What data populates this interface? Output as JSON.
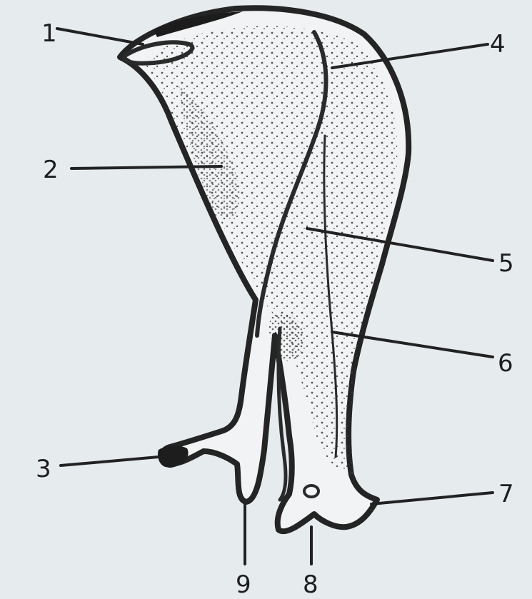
{
  "figure": {
    "labels": [
      {
        "id": "1",
        "text": "1"
      },
      {
        "id": "2",
        "text": "2"
      },
      {
        "id": "3",
        "text": "3"
      },
      {
        "id": "4",
        "text": "4"
      },
      {
        "id": "5",
        "text": "5"
      },
      {
        "id": "6",
        "text": "6"
      },
      {
        "id": "7",
        "text": "7"
      },
      {
        "id": "8",
        "text": "8"
      },
      {
        "id": "9",
        "text": "9"
      }
    ],
    "colors": {
      "background": "#e6ebee",
      "ink": "#242424",
      "bone_fill": "#f1f3f4"
    }
  }
}
